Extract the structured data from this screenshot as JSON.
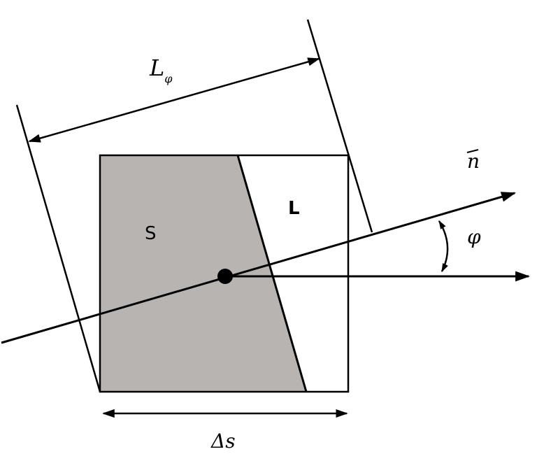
{
  "labels": {
    "length_phi": "L",
    "length_phi_sub": "φ",
    "solid_phase": "S",
    "liquid_phase": "L",
    "normal": "n",
    "angle": "φ",
    "cell_width": "Δs"
  },
  "colors": {
    "solid_fill": "#b8b4b1",
    "stroke": "#000000",
    "background": "#ffffff"
  }
}
